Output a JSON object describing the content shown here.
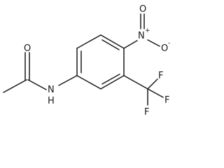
{
  "molecule": {
    "labels": {
      "carbonyl_oxygen": "O",
      "amide_nitrogen": "N",
      "amide_hydrogen": "H",
      "nitro_nitrogen": "N",
      "nitro_plus": "+",
      "nitro_top_oxygen": "O",
      "nitro_right_oxygen": "O",
      "nitro_minus": "-",
      "fluorine_top": "F",
      "fluorine_right": "F",
      "fluorine_bottom": "F"
    }
  }
}
